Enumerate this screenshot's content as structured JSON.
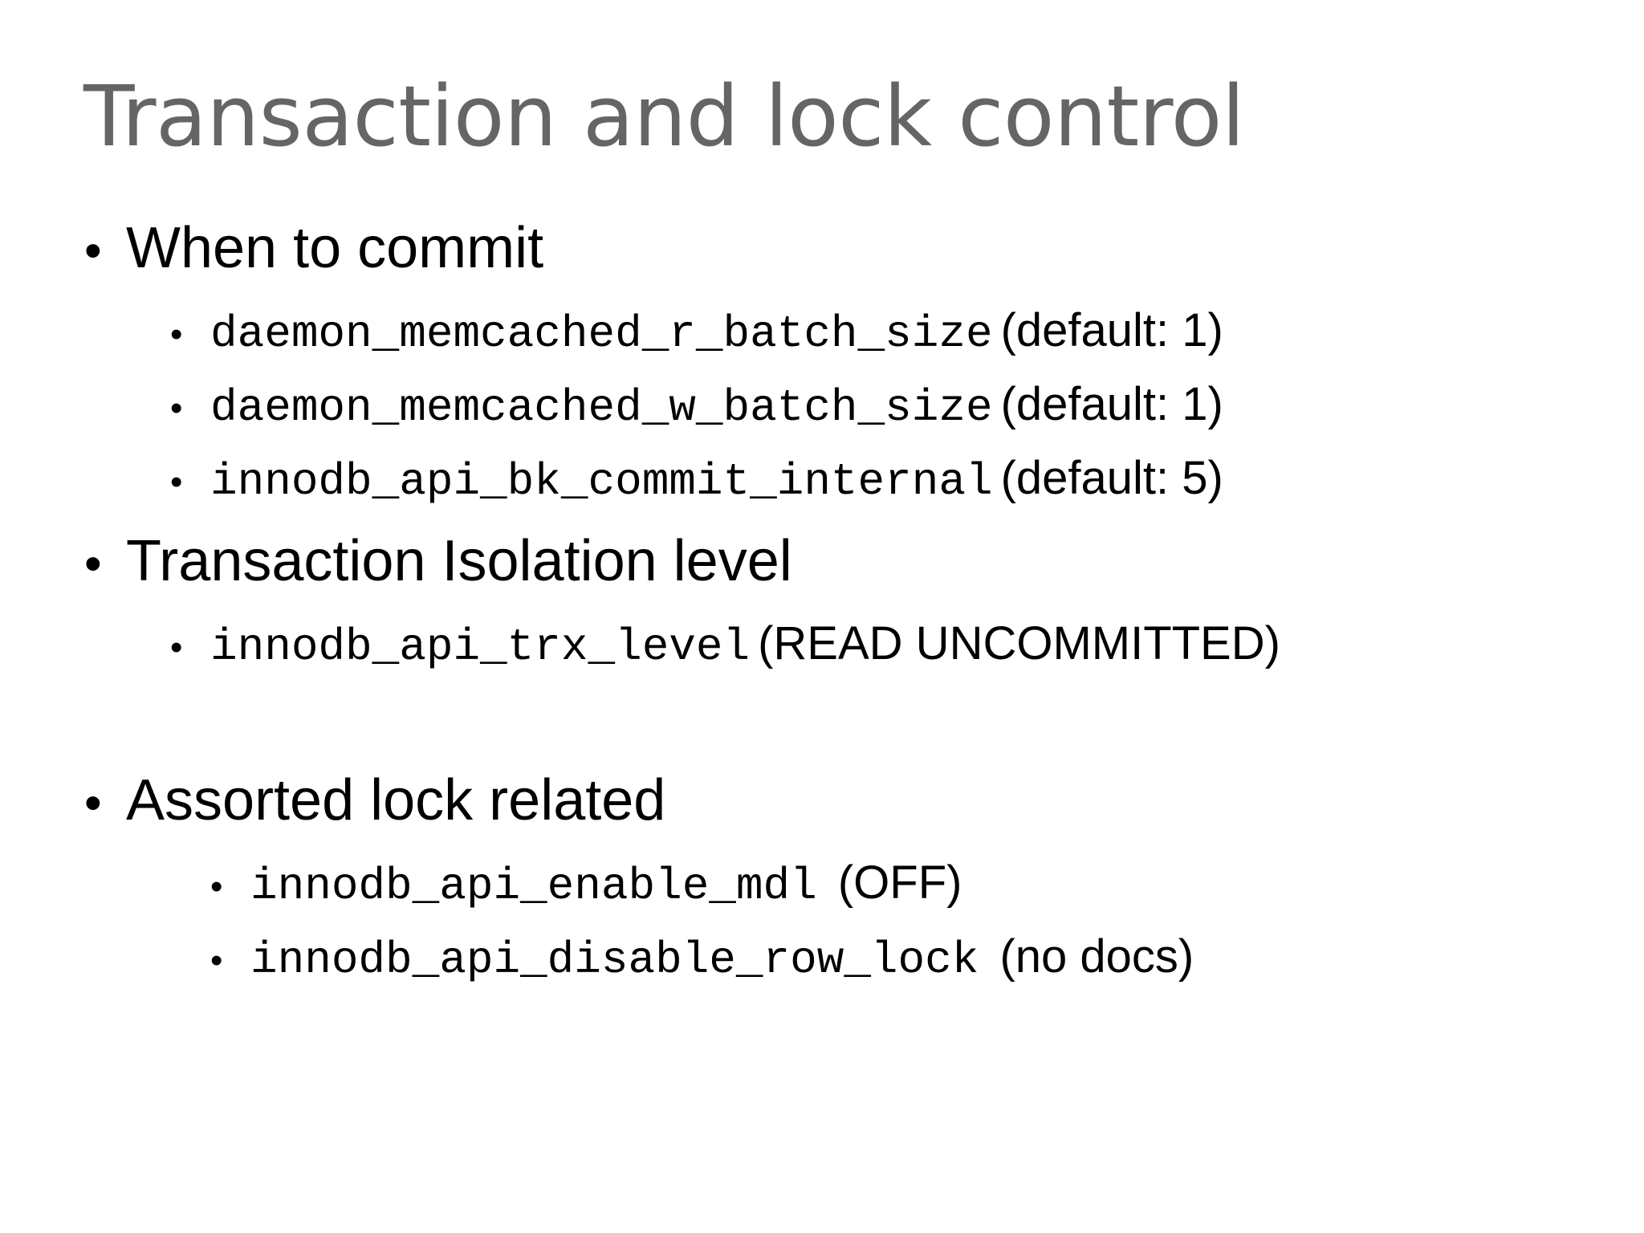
{
  "slide": {
    "title": "Transaction and lock control",
    "title_color": "#656565",
    "background_color": "#ffffff",
    "body_text_color": "#000000",
    "bullet_glyph": "•",
    "sections": [
      {
        "heading": "When to commit",
        "items": [
          {
            "code": "daemon_memcached_r_batch_size",
            "note": "(default: 1)"
          },
          {
            "code": "daemon_memcached_w_batch_size",
            "note": "(default: 1)"
          },
          {
            "code": "innodb_api_bk_commit_internal",
            "note": "(default: 5)"
          }
        ]
      },
      {
        "heading": "Transaction Isolation level",
        "items": [
          {
            "code": "innodb_api_trx_level",
            "note": "(READ UNCOMMITTED)"
          }
        ]
      },
      {
        "heading": "Assorted lock related",
        "items": [
          {
            "code": "innodb_api_enable_mdl",
            "note": " (OFF)"
          },
          {
            "code": "innodb_api_disable_row_lock",
            "note": " (no docs)"
          }
        ]
      }
    ]
  }
}
